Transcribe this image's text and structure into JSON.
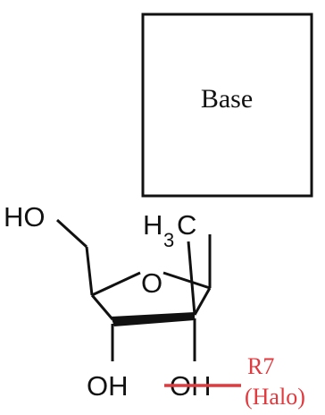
{
  "base_label": "Base",
  "ho_label": "HO",
  "ring_oxygen": "O",
  "methyl": {
    "h": "H",
    "sub": "3",
    "c": "C"
  },
  "oh_left": "OH",
  "oh_right": "OH",
  "substitution": {
    "code": "R7",
    "note": "(Halo)",
    "color": "#e0393e"
  }
}
